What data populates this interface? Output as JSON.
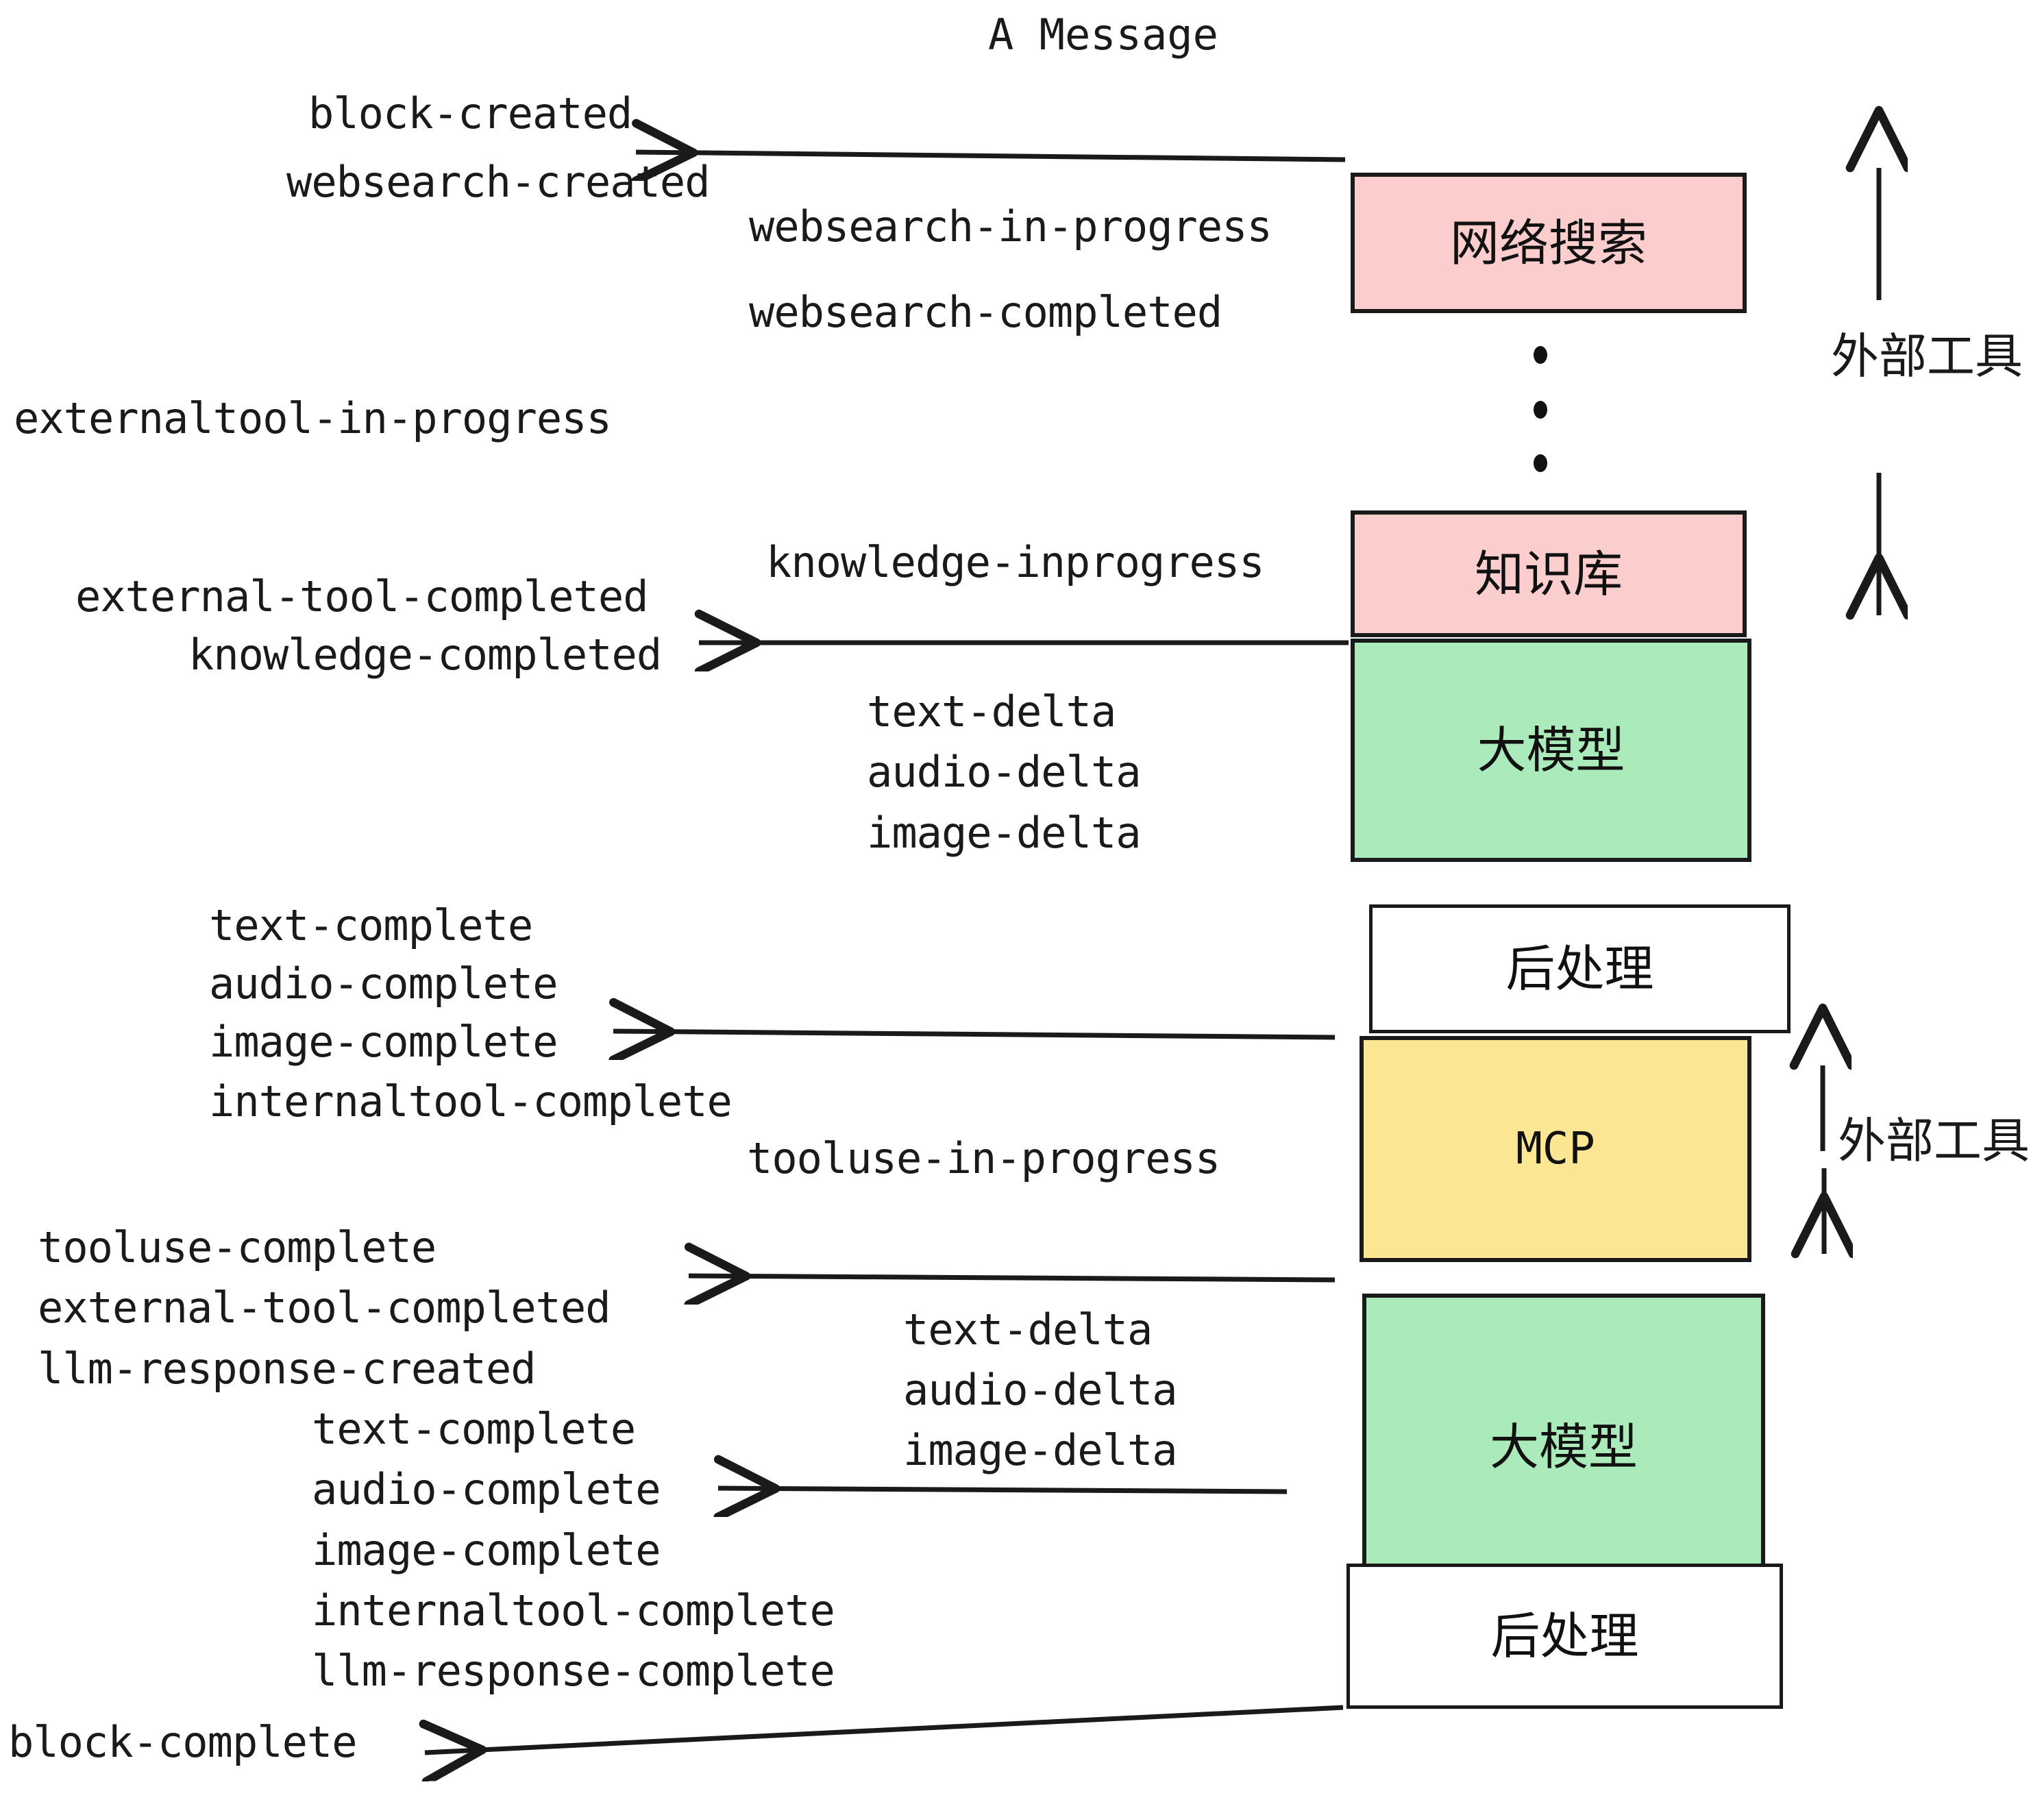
{
  "diagram": {
    "title": "A Message",
    "colors": {
      "pink": "#fbcdcd",
      "green": "#abeabb",
      "yellow": "#fae693",
      "white": "#ffffff",
      "stroke": "#1a1a1a",
      "text": "#1a1a1a"
    },
    "boxes": [
      {
        "id": "websearch",
        "label": "网络搜索",
        "fill": "#fbcdcd",
        "kind": "cjk"
      },
      {
        "id": "knowledge",
        "label": "知识库",
        "fill": "#fbcdcd",
        "kind": "cjk"
      },
      {
        "id": "llm-top",
        "label": "大模型",
        "fill": "#abeabb",
        "kind": "cjk"
      },
      {
        "id": "post-top",
        "label": "后处理",
        "fill": "#ffffff",
        "kind": "cjk"
      },
      {
        "id": "mcp",
        "label": "MCP",
        "fill": "#fae693",
        "kind": "latin"
      },
      {
        "id": "llm-bottom",
        "label": "大模型",
        "fill": "#abeabb",
        "kind": "cjk"
      },
      {
        "id": "post-bottom",
        "label": "后处理",
        "fill": "#ffffff",
        "kind": "cjk"
      }
    ],
    "side_labels": [
      {
        "id": "external-tools-top",
        "text": "外部工具"
      },
      {
        "id": "external-tools-bottom",
        "text": "外部工具"
      }
    ],
    "events": [
      {
        "id": "block-created",
        "text": "block-created"
      },
      {
        "id": "websearch-created",
        "text": "websearch-created"
      },
      {
        "id": "websearch-in-progress",
        "text": "websearch-in-progress"
      },
      {
        "id": "websearch-completed",
        "text": "websearch-completed"
      },
      {
        "id": "externaltool-in-progress",
        "text": "externaltool-in-progress"
      },
      {
        "id": "knowledge-inprogress",
        "text": "knowledge-inprogress"
      },
      {
        "id": "external-tool-completed-1",
        "text": "external-tool-completed"
      },
      {
        "id": "knowledge-completed",
        "text": "knowledge-completed"
      },
      {
        "id": "text-delta-1",
        "text": "text-delta"
      },
      {
        "id": "audio-delta-1",
        "text": "audio-delta"
      },
      {
        "id": "image-delta-1",
        "text": "image-delta"
      },
      {
        "id": "text-complete-1",
        "text": "text-complete"
      },
      {
        "id": "audio-complete-1",
        "text": "audio-complete"
      },
      {
        "id": "image-complete-1",
        "text": "image-complete"
      },
      {
        "id": "internaltool-complete-1",
        "text": "internaltool-complete"
      },
      {
        "id": "tooluse-in-progress",
        "text": "tooluse-in-progress"
      },
      {
        "id": "tooluse-complete",
        "text": "tooluse-complete"
      },
      {
        "id": "external-tool-completed-2",
        "text": "external-tool-completed"
      },
      {
        "id": "llm-response-created",
        "text": "llm-response-created"
      },
      {
        "id": "text-delta-2",
        "text": "text-delta"
      },
      {
        "id": "audio-delta-2",
        "text": "audio-delta"
      },
      {
        "id": "image-delta-2",
        "text": "image-delta"
      },
      {
        "id": "text-complete-2",
        "text": "text-complete"
      },
      {
        "id": "audio-complete-2",
        "text": "audio-complete"
      },
      {
        "id": "image-complete-2",
        "text": "image-complete"
      },
      {
        "id": "internaltool-complete-2",
        "text": "internaltool-complete"
      },
      {
        "id": "llm-response-complete",
        "text": "llm-response-complete"
      },
      {
        "id": "block-complete",
        "text": "block-complete"
      }
    ]
  }
}
